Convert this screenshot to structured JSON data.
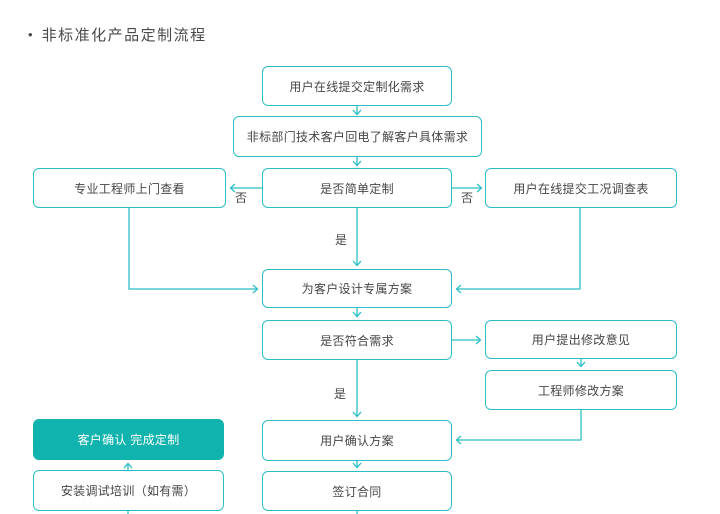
{
  "title": {
    "bullet": "•",
    "text": "非标准化产品定制流程"
  },
  "colors": {
    "accent": "#2cbec8",
    "filled_node_bg": "#10b3ad",
    "filled_node_text": "#ffffff",
    "text": "#454545"
  },
  "diagram": {
    "type": "flowchart",
    "nodes": [
      {
        "id": "submit-request",
        "label": "用户在线提交定制化需求"
      },
      {
        "id": "callback",
        "label": "非标部门技术客户回电了解客户具体需求"
      },
      {
        "id": "engineer-visit",
        "label": "专业工程师上门查看"
      },
      {
        "id": "simple-custom-decision",
        "label": "是否简单定制"
      },
      {
        "id": "survey-form",
        "label": "用户在线提交工况调查表"
      },
      {
        "id": "design-plan",
        "label": "为客户设计专属方案"
      },
      {
        "id": "meet-needs-decision",
        "label": "是否符合需求"
      },
      {
        "id": "feedback",
        "label": "用户提出修改意见"
      },
      {
        "id": "modify-plan",
        "label": "工程师修改方案"
      },
      {
        "id": "confirm-complete",
        "label": "客户确认 完成定制",
        "filled": true
      },
      {
        "id": "confirm-plan",
        "label": "用户确认方案"
      },
      {
        "id": "install-training",
        "label": "安装调试培训（如有需）"
      },
      {
        "id": "sign-contract",
        "label": "签订合同"
      }
    ],
    "edges": [
      {
        "from": "submit-request",
        "to": "callback"
      },
      {
        "from": "callback",
        "to": "simple-custom-decision"
      },
      {
        "from": "simple-custom-decision",
        "to": "engineer-visit",
        "label": "否"
      },
      {
        "from": "simple-custom-decision",
        "to": "survey-form",
        "label": "否"
      },
      {
        "from": "simple-custom-decision",
        "to": "design-plan",
        "label": "是"
      },
      {
        "from": "engineer-visit",
        "to": "design-plan"
      },
      {
        "from": "survey-form",
        "to": "design-plan"
      },
      {
        "from": "design-plan",
        "to": "meet-needs-decision"
      },
      {
        "from": "meet-needs-decision",
        "to": "feedback"
      },
      {
        "from": "feedback",
        "to": "modify-plan"
      },
      {
        "from": "modify-plan",
        "to": "confirm-plan"
      },
      {
        "from": "meet-needs-decision",
        "to": "confirm-plan",
        "label": "是"
      },
      {
        "from": "confirm-plan",
        "to": "sign-contract"
      },
      {
        "from": "install-training",
        "to": "confirm-complete"
      }
    ]
  }
}
